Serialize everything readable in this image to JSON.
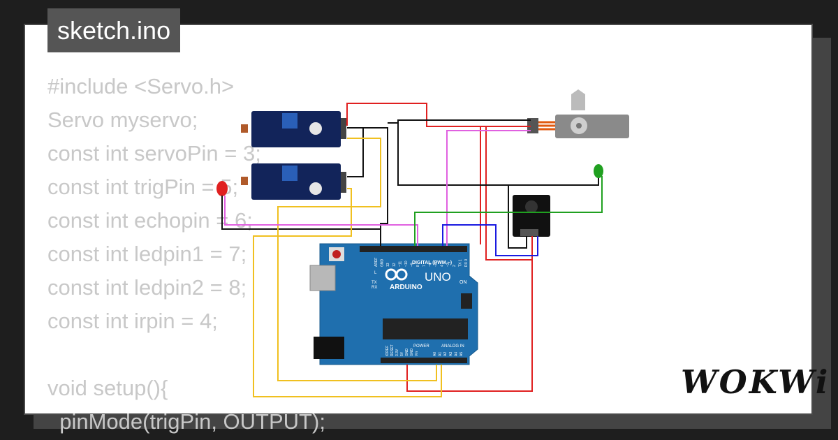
{
  "title": "sketch.ino",
  "code_lines": [
    "#include <Servo.h>",
    "Servo myservo;",
    "const int servoPin = 3;",
    "const int trigPin = 5;",
    "const int echopin = 6;",
    "const int ledpin1 = 7;",
    "const int ledpin2 = 8;",
    "const int irpin = 4;",
    "",
    "void setup(){",
    "  pinMode(trigPin, OUTPUT);"
  ],
  "board": {
    "digital_header": "DIGITAL (PWM ~)",
    "brand": "ARDUINO",
    "model": "UNO",
    "power_label": "POWER",
    "analog_label": "ANALOG IN",
    "on_label": "ON",
    "led_labels": [
      "L",
      "TX",
      "RX"
    ],
    "digital_pins": [
      "AREF",
      "GND",
      "13",
      "12",
      "~11",
      "~10",
      "~9",
      "8",
      "7",
      "~6",
      "~5",
      "4",
      "~3",
      "2",
      "TX 1",
      "RX 0"
    ],
    "power_pins": [
      "IOREF",
      "RESET",
      "3.3V",
      "5V",
      "GND",
      "GND",
      "Vin"
    ],
    "analog_pins": [
      "A0",
      "A1",
      "A2",
      "A3",
      "A4",
      "A5"
    ]
  },
  "logo": "WOKWi",
  "colors": {
    "background": "#1e1e1e",
    "card": "#ffffff",
    "code_text": "#c8c8c8",
    "title_tab": "#555555",
    "board": "#1f6fae",
    "wire_red": "#e02020",
    "wire_black": "#111111",
    "wire_yellow": "#f0c020",
    "wire_pink": "#e060e0",
    "wire_blue": "#1a1ae0",
    "wire_green": "#20a020"
  }
}
